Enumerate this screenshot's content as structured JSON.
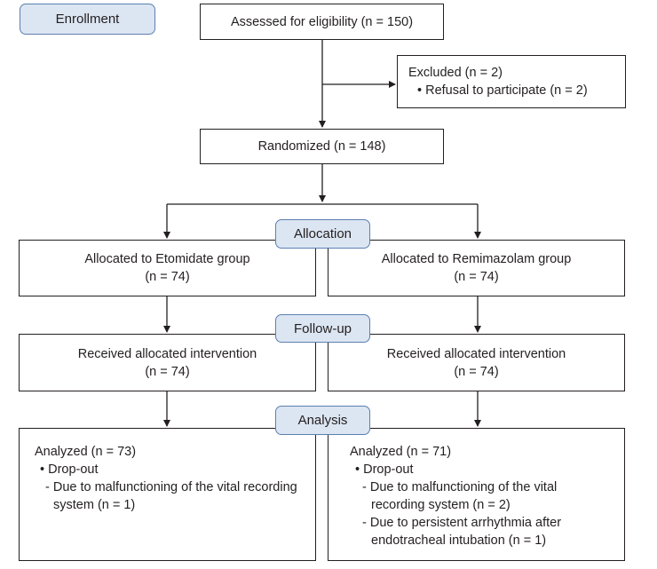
{
  "stages": {
    "enrollment": "Enrollment",
    "allocation": "Allocation",
    "followup": "Follow-up",
    "analysis": "Analysis"
  },
  "assessed": "Assessed for eligibility (n = 150)",
  "excluded": {
    "title": "Excluded (n = 2)",
    "reason": "• Refusal to participate (n = 2)"
  },
  "randomized": "Randomized (n = 148)",
  "left": {
    "allocated": "Allocated to Etomidate group",
    "allocated_n": "(n = 74)",
    "received": "Received allocated intervention",
    "received_n": "(n = 74)",
    "analyzed": "Analyzed (n = 73)",
    "dropout": "• Drop-out",
    "reason1_l1": "- Due to malfunctioning of the vital recording",
    "reason1_l2": "system (n = 1)"
  },
  "right": {
    "allocated": "Allocated to Remimazolam group",
    "allocated_n": "(n = 74)",
    "received": "Received allocated intervention",
    "received_n": "(n = 74)",
    "analyzed": "Analyzed (n = 71)",
    "dropout": "• Drop-out",
    "reason1_l1": "- Due to malfunctioning of the vital",
    "reason1_l2": "recording system (n = 2)",
    "reason2_l1": "- Due to persistent arrhythmia after",
    "reason2_l2": "endotracheal intubation (n = 1)"
  }
}
